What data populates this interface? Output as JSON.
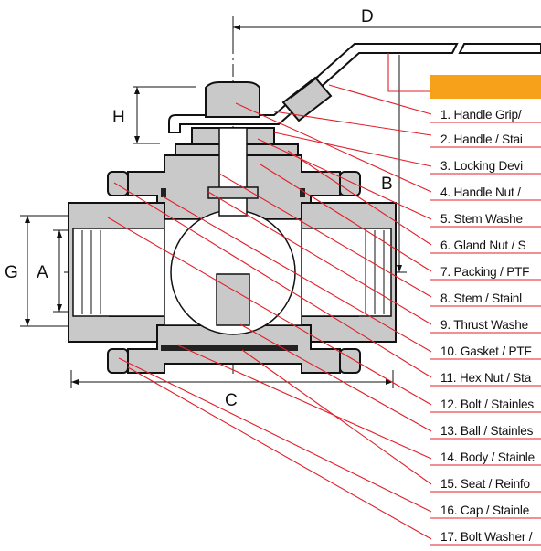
{
  "colors": {
    "leader": "#e0202a",
    "body_fill": "#c9c9c9",
    "outline": "#111111",
    "legend_header": "#f7a11b",
    "background": "#ffffff"
  },
  "dimensions": {
    "D": "D",
    "H": "H",
    "B": "B",
    "G": "G",
    "A": "A",
    "C": "C"
  },
  "legend_header_text": "",
  "parts": [
    "1.  Handle Grip/",
    "2.  Handle / Stai",
    "3.  Locking Devi",
    "4.  Handle Nut /",
    "5.  Stem Washe",
    "6. Gland Nut / S",
    "7. Packing / PTF",
    "8.  Stem / Stainl",
    "9. Thrust Washe",
    "10. Gasket / PTF",
    "11. Hex Nut / Sta",
    "12. Bolt / Stainles",
    "13. Ball / Stainles",
    "14. Body / Stainle",
    "15. Seat / Reinfo",
    "16. Cap / Stainle",
    "17. Bolt Washer /"
  ]
}
